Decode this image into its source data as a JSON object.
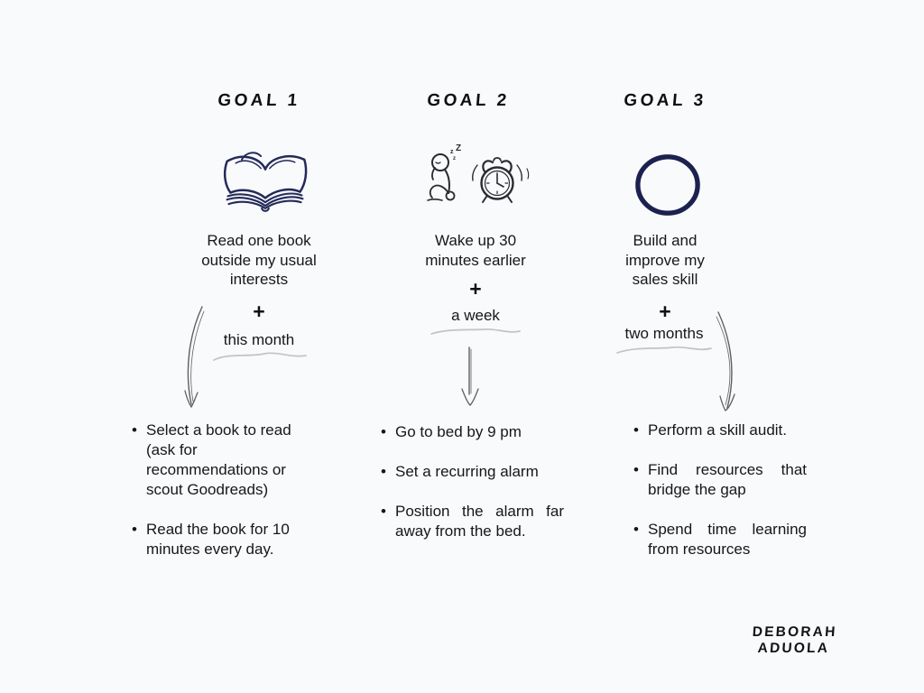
{
  "page": {
    "background_color": "#f8fafc",
    "text_color": "#17171a",
    "icon_navy_color": "#252a58",
    "sketch_gray_color": "#5f5f63"
  },
  "goals": [
    {
      "label": "GOAL 1",
      "icon": "open-book-icon",
      "description": "Read one book outside my usual interests",
      "plus": "+",
      "timeframe": "this month",
      "bullets": [
        "Select a book to read (ask for recommendations or scout Goodreads)",
        "Read the book for 10 minutes every day."
      ]
    },
    {
      "label": "GOAL 2",
      "icon": "sleepy-person-and-alarm-clock-icon",
      "description": "Wake up 30 minutes earlier",
      "plus": "+",
      "timeframe": "a week",
      "bullets": [
        "Go to bed by 9 pm",
        "Set a recurring alarm",
        "Position the alarm far away from the bed."
      ]
    },
    {
      "label": "GOAL 3",
      "icon": "hand-drawn-circle-icon",
      "description": "Build and improve my sales skill",
      "plus": "+",
      "timeframe": "two months",
      "bullets": [
        "Perform a skill audit.",
        "Find resources that bridge the gap",
        "Spend time learning from resources"
      ]
    }
  ],
  "signature": "DEBORAH ADUOLA"
}
